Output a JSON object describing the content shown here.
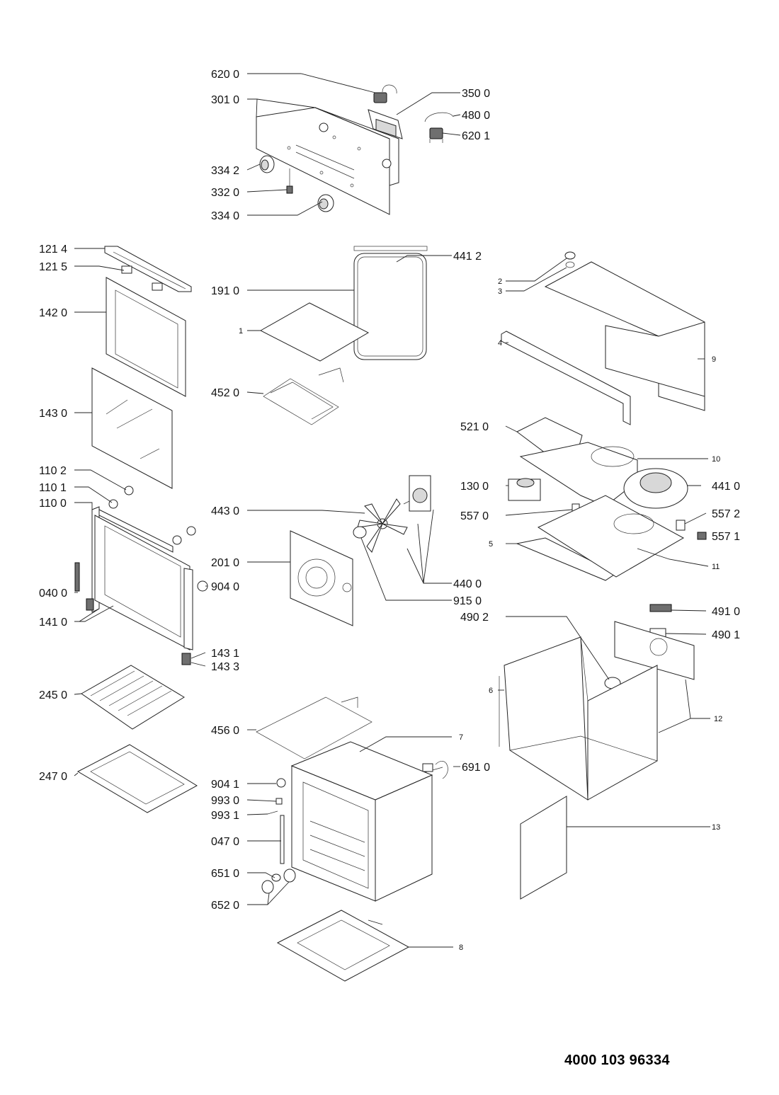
{
  "drawing": {
    "document_number": "4000 103 96334"
  },
  "labels": {
    "p620_0": "620 0",
    "p301_0": "301 0",
    "p334_2": "334 2",
    "p332_0": "332 0",
    "p334_0": "334 0",
    "p350_0": "350 0",
    "p480_0": "480 0",
    "p620_1": "620 1",
    "p121_4": "121 4",
    "p121_5": "121 5",
    "p142_0": "142 0",
    "p143_0": "143 0",
    "p110_2": "110 2",
    "p110_1": "110 1",
    "p110_0": "110 0",
    "p040_0": "040 0",
    "p141_0": "141 0",
    "p904_0": "904 0",
    "p143_1": "143 1",
    "p143_3": "143 3",
    "p245_0": "245 0",
    "p247_0": "247 0",
    "p441_2": "441 2",
    "p191_0": "191 0",
    "p1": "1",
    "p452_0": "452 0",
    "p443_0": "443 0",
    "p201_0": "201 0",
    "p440_0": "440 0",
    "p915_0": "915 0",
    "p2": "2",
    "p3": "3",
    "p4": "4",
    "p9": "9",
    "p521_0": "521 0",
    "p10": "10",
    "p130_0": "130 0",
    "p441_0": "441 0",
    "p557_0": "557 0",
    "p557_2": "557 2",
    "p557_1": "557 1",
    "p5": "5",
    "p11": "11",
    "p491_0": "491 0",
    "p490_2": "490 2",
    "p490_1": "490 1",
    "p6": "6",
    "p12": "12",
    "p456_0": "456 0",
    "p7": "7",
    "p691_0": "691 0",
    "p904_1": "904 1",
    "p993_0": "993 0",
    "p993_1": "993 1",
    "p047_0": "047 0",
    "p651_0": "651 0",
    "p652_0": "652 0",
    "p8": "8",
    "p13": "13"
  }
}
